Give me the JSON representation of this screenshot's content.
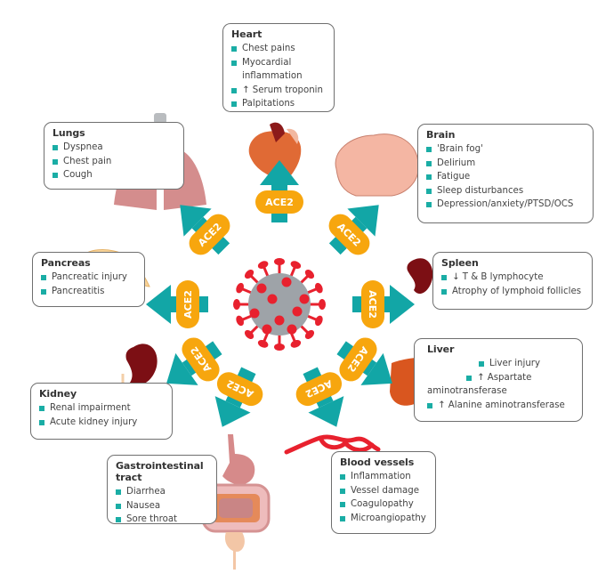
{
  "colors": {
    "bullet": "#1aada5",
    "arrow": "#12a6a6",
    "ace2": "#f7a60e",
    "virus_spike": "#e8212e",
    "virus_body": "#9ea3a8"
  },
  "receptor_label": "ACE2",
  "organs": {
    "heart": {
      "title": "Heart",
      "items": [
        "Chest pains",
        "Myocardial",
        "inflammation",
        "↑ Serum troponin",
        "Palpitations"
      ]
    },
    "brain": {
      "title": "Brain",
      "items": [
        "'Brain fog'",
        "Delirium",
        "Fatigue",
        "Sleep disturbances",
        "Depression/anxiety/PTSD/OCS"
      ]
    },
    "lungs": {
      "title": "Lungs",
      "items": [
        "Dyspnea",
        "Chest pain",
        "Cough"
      ]
    },
    "pancreas": {
      "title": "Pancreas",
      "items": [
        "Pancreatic injury",
        "Pancreatitis"
      ]
    },
    "spleen": {
      "title": "Spleen",
      "items": [
        "↓ T & B lymphocyte",
        "Atrophy of lymphoid follicles"
      ]
    },
    "liver": {
      "title": "Liver",
      "items": [
        "Liver injury",
        "↑ Aspartate",
        "aminotransferase",
        "↑ Alanine aminotransferase"
      ]
    },
    "kidney": {
      "title": "Kidney",
      "items": [
        "Renal impairment",
        "Acute kidney injury"
      ]
    },
    "gi": {
      "title": "Gastrointestinal tract",
      "items": [
        "Diarrhea",
        "Nausea",
        "Sore throat"
      ]
    },
    "vessels": {
      "title": "Blood vessels",
      "items": [
        "Inflammation",
        "Vessel damage",
        "Coagulopathy",
        "Microangiopathy"
      ]
    }
  }
}
